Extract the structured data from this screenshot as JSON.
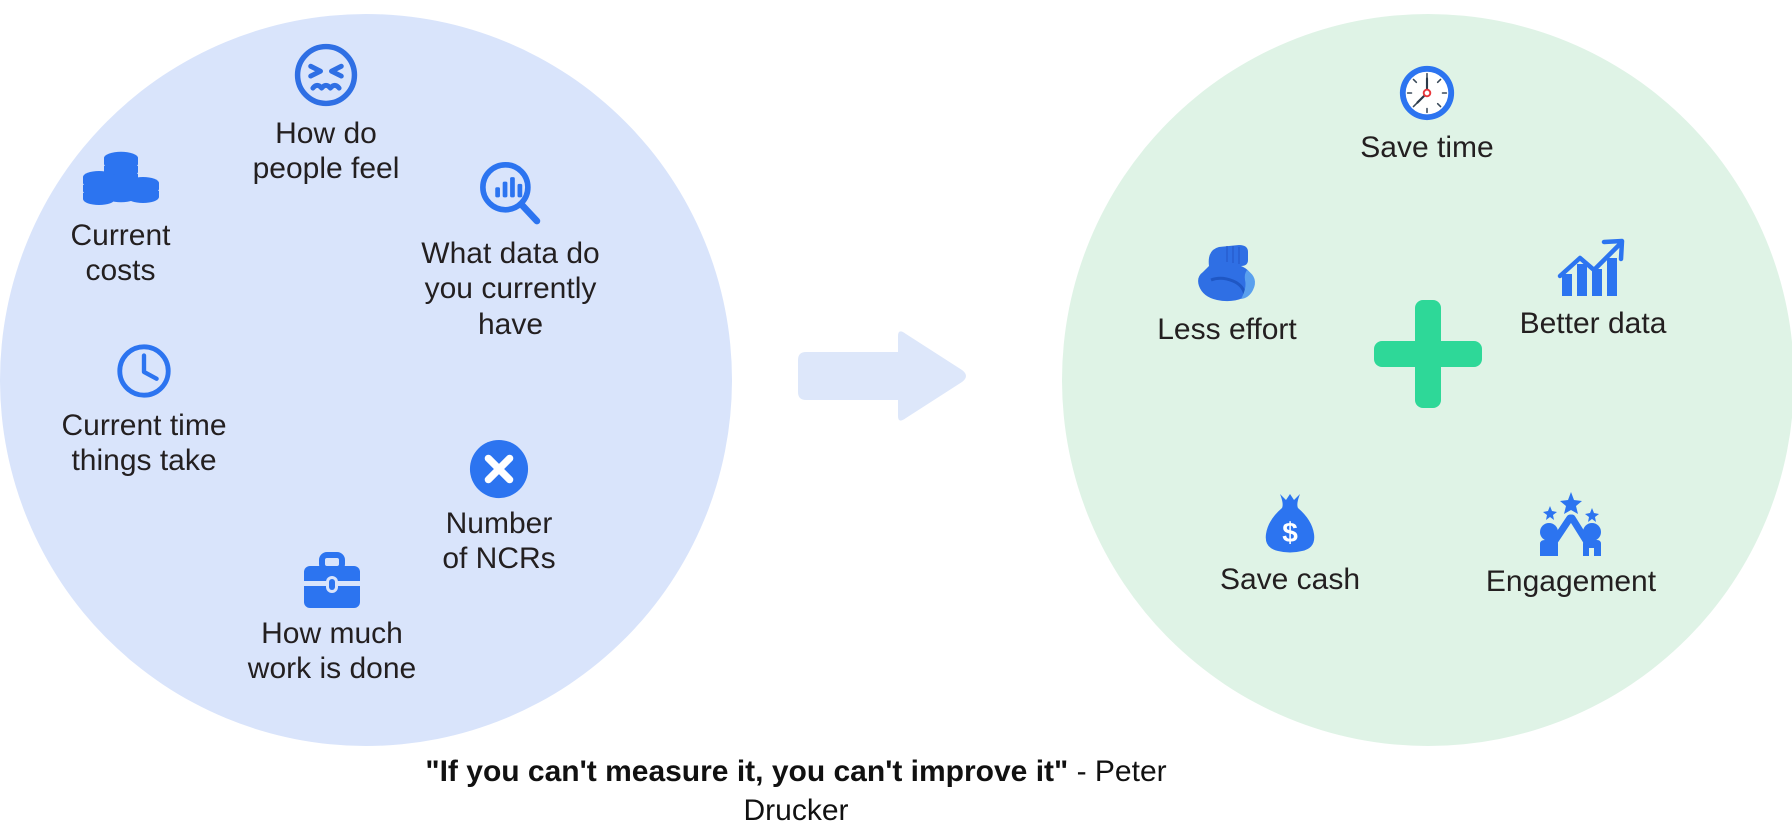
{
  "colors": {
    "before_circle_bg": "#d9e4fb",
    "after_circle_bg": "#dff3e6",
    "icon_blue": "#2f6fe4",
    "icon_blue_bright": "#2c74f0",
    "plus_green": "#2ed898",
    "arrow_fill": "#dde7fa",
    "text_dark": "#231f20",
    "accent_red": "#e8373c",
    "white": "#ffffff"
  },
  "before": {
    "group_name": "current-state-circle",
    "items": [
      {
        "icon": "confused-face-icon",
        "label": "How do\npeople feel"
      },
      {
        "icon": "coin-stacks-icon",
        "label": "Current\ncosts"
      },
      {
        "icon": "magnifier-chart-icon",
        "label": "What data do\nyou currently\nhave"
      },
      {
        "icon": "clock-outline-icon",
        "label": "Current time\nthings take"
      },
      {
        "icon": "x-circle-icon",
        "label": "Number\nof NCRs"
      },
      {
        "icon": "briefcase-icon",
        "label": "How much\nwork is done"
      }
    ]
  },
  "arrow": {
    "icon": "right-arrow-icon",
    "label": ""
  },
  "plus": {
    "icon": "plus-icon",
    "label": ""
  },
  "after": {
    "group_name": "future-state-circle",
    "items": [
      {
        "icon": "alarm-clock-icon",
        "label": "Save time"
      },
      {
        "icon": "flexed-bicep-icon",
        "label": "Less effort"
      },
      {
        "icon": "bar-chart-up-icon",
        "label": "Better data"
      },
      {
        "icon": "money-bag-icon",
        "label": "Save cash"
      },
      {
        "icon": "high-five-stars-icon",
        "label": "Engagement"
      }
    ]
  },
  "quote": {
    "text": "\"If you can't measure it, you can't improve it\"",
    "attribution": " - Peter Drucker"
  }
}
